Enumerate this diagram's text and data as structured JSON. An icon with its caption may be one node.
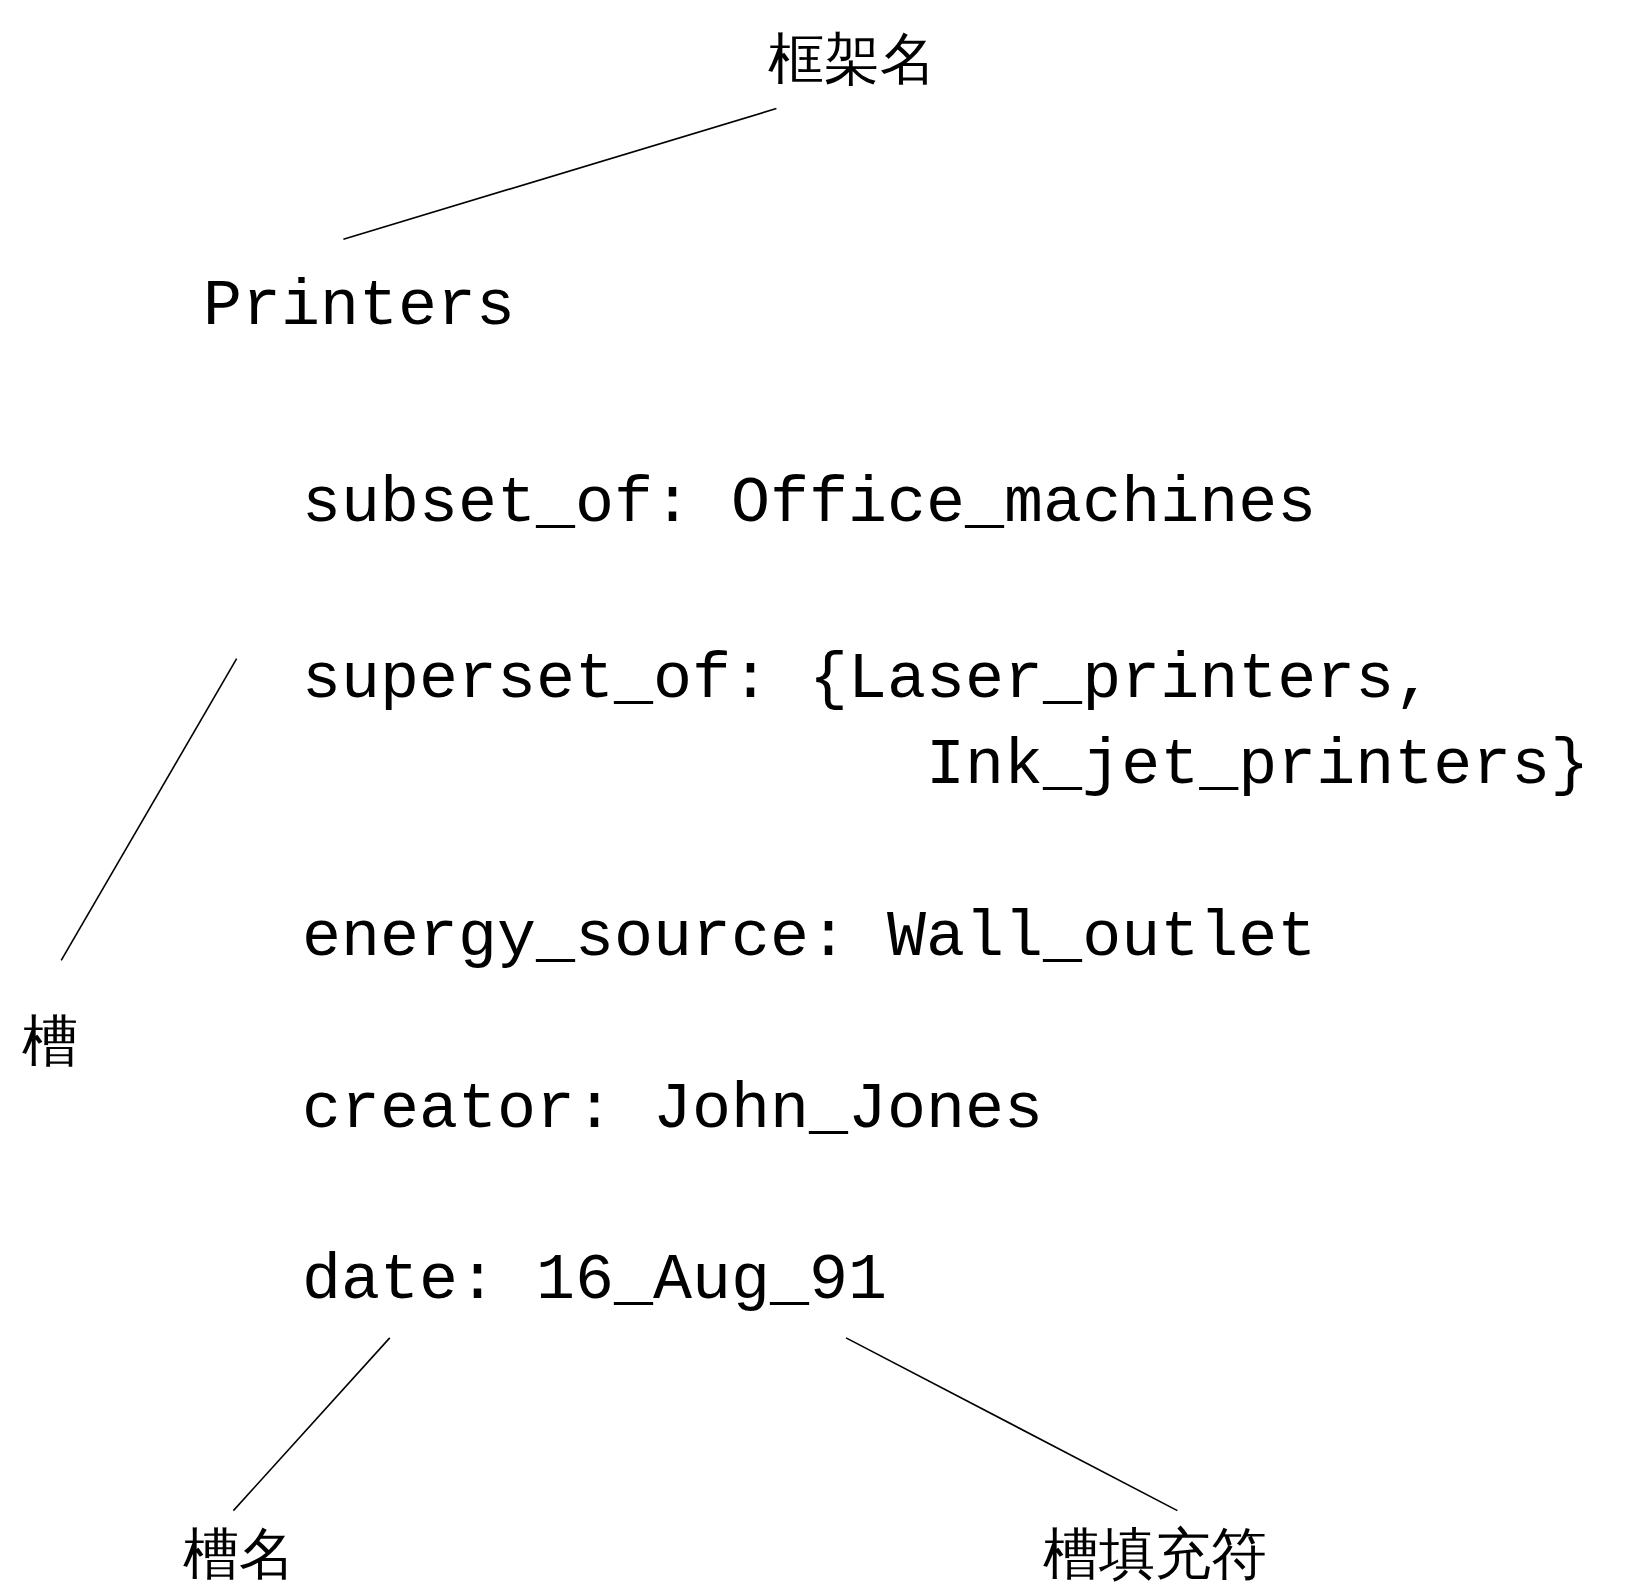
{
  "diagram": {
    "nodes": [
      {
        "text": [
          "框架名"
        ]
      },
      {
        "text": [
          "Printers"
        ]
      },
      {
        "text": [
          "subset_of: Office_machines"
        ]
      },
      {
        "text": [
          "superset_of: {Laser_printers, Ink_jet_printers}"
        ]
      },
      {
        "text": [
          "energy_source: Wall_outlet"
        ]
      },
      {
        "text": [
          "creator: John_Jones"
        ]
      },
      {
        "text": [
          "date: 16_Aug_91"
        ]
      },
      {
        "text": [
          "槽"
        ]
      },
      {
        "text": [
          "槽名"
        ]
      },
      {
        "text": [
          "槽填充符"
        ]
      }
    ],
    "edges": [
      {
        "from": 0,
        "to": 1,
        "arrow": "none"
      },
      {
        "from": 7,
        "to": 3,
        "arrow": "none"
      },
      {
        "from": 8,
        "to": 6,
        "arrow": "none"
      },
      {
        "from": 9,
        "to": 6,
        "arrow": "none"
      }
    ]
  }
}
